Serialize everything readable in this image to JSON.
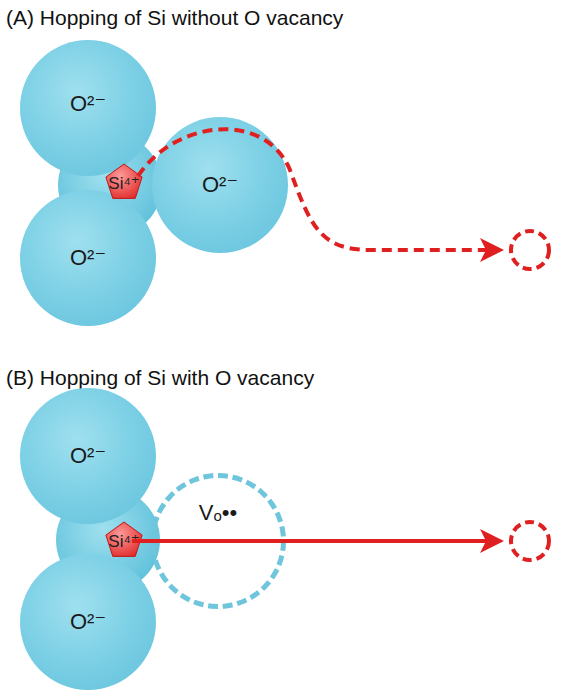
{
  "diagram": {
    "nodes": [
      {
        "text": [
          "O²⁻"
        ]
      },
      {
        "text": [
          "Si⁴⁺"
        ]
      },
      {
        "text": [
          "O²⁻"
        ]
      },
      {
        "text": [
          "O²⁻"
        ]
      },
      {
        "text": [
          "O²⁻"
        ]
      },
      {
        "text": [
          "Si⁴⁺"
        ]
      },
      {
        "text": [
          "Vₒ••"
        ]
      },
      {
        "text": [
          "O²⁻"
        ]
      }
    ],
    "labels": [
      "(A) Hopping of Si without O vacancy",
      "(B) Hopping of Si with O vacancy"
    ]
  }
}
